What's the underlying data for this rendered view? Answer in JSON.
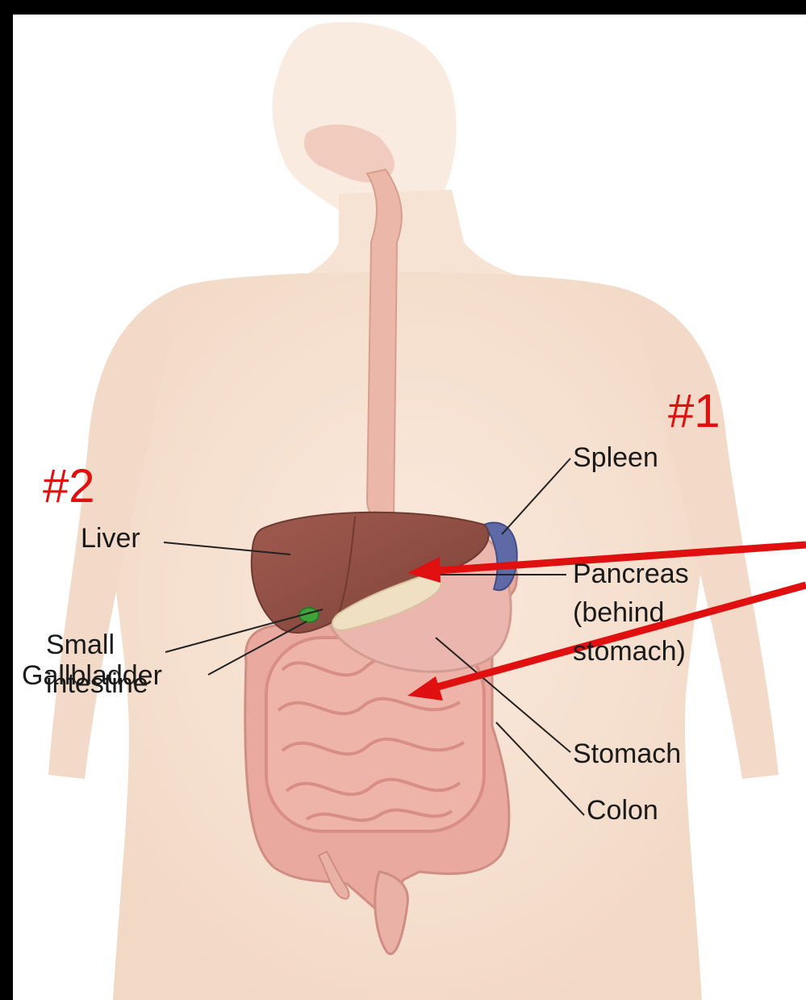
{
  "markers": {
    "marker_1": "#1",
    "marker_2": "#2"
  },
  "labels": {
    "spleen": "Spleen",
    "liver": "Liver",
    "pancreas_line1": "Pancreas",
    "pancreas_line2": "(behind",
    "pancreas_line3": "stomach)",
    "gallbladder": "Gallbladder",
    "stomach": "Stomach",
    "small_intestine_line1": "Small",
    "small_intestine_line2": "intestine",
    "colon": "Colon"
  },
  "colors": {
    "background": "#000000",
    "panel": "#ffffff",
    "skin": "#f7e3d4",
    "skin_shadow": "#eccfbc",
    "esophagus": "#ebb7a9",
    "liver": "#8f4f45",
    "stomach": "#eab6ad",
    "intestine": "#e8aaa0",
    "spleen": "#5d6aa6",
    "gallbladder": "#3fa33a",
    "pancreas": "#efe0c4",
    "marker": "#e01010",
    "leader_line": "#222222"
  }
}
